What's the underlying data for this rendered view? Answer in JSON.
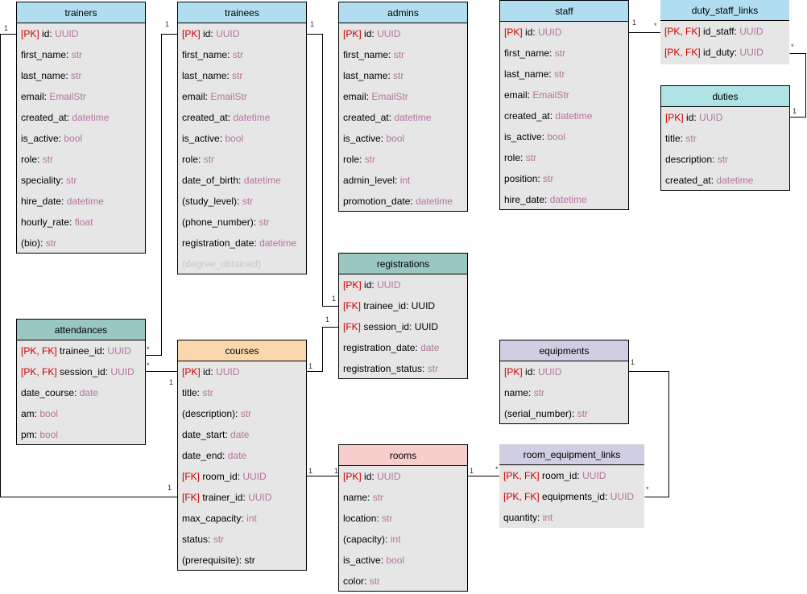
{
  "colors": {
    "header_blue": "#b1ddf0",
    "header_teal": "#9ac7bf",
    "header_orange": "#fad7ac",
    "header_pink": "#f8cecc",
    "header_lavender": "#d0cee2",
    "header_cyan": "#b0e3e6",
    "body": "#e6e6e6",
    "pk_fk": "#cc0000",
    "type": "#b5739d"
  },
  "tables": [
    {
      "id": "trainers",
      "title": "trainers",
      "header_color": "#b1ddf0",
      "fields": [
        {
          "tag": "[PK]",
          "name": "id:",
          "type": "UUID"
        },
        {
          "tag": "",
          "name": "first_name:",
          "type": "str"
        },
        {
          "tag": "",
          "name": "last_name:",
          "type": "str"
        },
        {
          "tag": "",
          "name": "email:",
          "type": "EmailStr"
        },
        {
          "tag": "",
          "name": "created_at:",
          "type": "datetime"
        },
        {
          "tag": "",
          "name": "is_active:",
          "type": "bool"
        },
        {
          "tag": "",
          "name": "role:",
          "type": "str"
        },
        {
          "tag": "",
          "name": "speciality:",
          "type": "str"
        },
        {
          "tag": "",
          "name": "hire_date:",
          "type": "datetime"
        },
        {
          "tag": "",
          "name": "hourly_rate:",
          "type": "float"
        },
        {
          "tag": "",
          "name": "(bio):",
          "type": "str"
        }
      ]
    },
    {
      "id": "trainees",
      "title": "trainees",
      "header_color": "#b1ddf0",
      "fields": [
        {
          "tag": "[PK]",
          "name": "id:",
          "type": "UUID"
        },
        {
          "tag": "",
          "name": "first_name:",
          "type": "str"
        },
        {
          "tag": "",
          "name": "last_name:",
          "type": "str"
        },
        {
          "tag": "",
          "name": "email:",
          "type": "EmailStr"
        },
        {
          "tag": "",
          "name": "created_at:",
          "type": "datetime"
        },
        {
          "tag": "",
          "name": "is_active:",
          "type": "bool"
        },
        {
          "tag": "",
          "name": "role:",
          "type": "str"
        },
        {
          "tag": "",
          "name": "date_of_birth:",
          "type": "datetime"
        },
        {
          "tag": "",
          "name": "(study_level):",
          "type": "str"
        },
        {
          "tag": "",
          "name": "(phone_number):",
          "type": "str"
        },
        {
          "tag": "",
          "name": "registration_date:",
          "type": "datetime"
        },
        {
          "tag": "",
          "name": "(degree_obtained)",
          "type": "",
          "faded": true
        }
      ]
    },
    {
      "id": "admins",
      "title": "admins",
      "header_color": "#b1ddf0",
      "fields": [
        {
          "tag": "[PK]",
          "name": "id:",
          "type": "UUID"
        },
        {
          "tag": "",
          "name": "first_name:",
          "type": "str"
        },
        {
          "tag": "",
          "name": "last_name:",
          "type": "str"
        },
        {
          "tag": "",
          "name": "email:",
          "type": "EmailStr"
        },
        {
          "tag": "",
          "name": "created_at:",
          "type": "datetime"
        },
        {
          "tag": "",
          "name": "is_active:",
          "type": "bool"
        },
        {
          "tag": "",
          "name": "role:",
          "type": "str"
        },
        {
          "tag": "",
          "name": "admin_level:",
          "type": "int"
        },
        {
          "tag": "",
          "name": "promotion_date:",
          "type": "datetime"
        }
      ]
    },
    {
      "id": "staff",
      "title": "staff",
      "header_color": "#b1ddf0",
      "fields": [
        {
          "tag": "[PK]",
          "name": "id:",
          "type": "UUID"
        },
        {
          "tag": "",
          "name": "first_name:",
          "type": "str"
        },
        {
          "tag": "",
          "name": "last_name:",
          "type": "str"
        },
        {
          "tag": "",
          "name": "email:",
          "type": "EmailStr"
        },
        {
          "tag": "",
          "name": "created_at:",
          "type": "datetime"
        },
        {
          "tag": "",
          "name": "is_active:",
          "type": "bool"
        },
        {
          "tag": "",
          "name": "role:",
          "type": "str"
        },
        {
          "tag": "",
          "name": "position:",
          "type": "str"
        },
        {
          "tag": "",
          "name": "hire_date:",
          "type": "datetime"
        }
      ]
    },
    {
      "id": "duty_staff_links",
      "title": "duty_staff_links",
      "header_color": "#b1ddf0",
      "fields": [
        {
          "tag": "[PK, FK]",
          "name": "id_staff:",
          "type": "UUID"
        },
        {
          "tag": "[PK, FK]",
          "name": "id_duty:",
          "type": "UUID"
        }
      ]
    },
    {
      "id": "duties",
      "title": "duties",
      "header_color": "#b0e3e6",
      "fields": [
        {
          "tag": "[PK]",
          "name": "id:",
          "type": "UUID"
        },
        {
          "tag": "",
          "name": "title:",
          "type": "str"
        },
        {
          "tag": "",
          "name": "description:",
          "type": "str"
        },
        {
          "tag": "",
          "name": "created_at:",
          "type": "datetime"
        }
      ]
    },
    {
      "id": "registrations",
      "title": "registrations",
      "header_color": "#9ac7bf",
      "fields": [
        {
          "tag": "[PK]",
          "name": "id:",
          "type": "UUID"
        },
        {
          "tag": "[FK]",
          "name": "trainee_id:",
          "type": "UUID",
          "plain_type": true
        },
        {
          "tag": "[FK]",
          "name": "session_id:",
          "type": "UUID",
          "plain_type": true
        },
        {
          "tag": "",
          "name": "registration_date:",
          "type": "date"
        },
        {
          "tag": "",
          "name": "registration_status:",
          "type": "str"
        }
      ]
    },
    {
      "id": "attendances",
      "title": "attendances",
      "header_color": "#9ac7bf",
      "fields": [
        {
          "tag": "[PK, FK]",
          "name": "trainee_id:",
          "type": "UUID"
        },
        {
          "tag": "[PK, FK]",
          "name": "session_id:",
          "type": "UUID"
        },
        {
          "tag": "",
          "name": "date_course:",
          "type": "date"
        },
        {
          "tag": "",
          "name": "am:",
          "type": "bool"
        },
        {
          "tag": "",
          "name": "pm:",
          "type": "bool"
        }
      ]
    },
    {
      "id": "courses",
      "title": "courses",
      "header_color": "#fad7ac",
      "fields": [
        {
          "tag": "[PK]",
          "name": "id:",
          "type": "UUID"
        },
        {
          "tag": "",
          "name": "title:",
          "type": "str"
        },
        {
          "tag": "",
          "name": "(description):",
          "type": "str"
        },
        {
          "tag": "",
          "name": "date_start:",
          "type": "date"
        },
        {
          "tag": "",
          "name": "date_end:",
          "type": "date"
        },
        {
          "tag": "[FK]",
          "name": "room_id:",
          "type": "UUID"
        },
        {
          "tag": "[FK]",
          "name": "trainer_id:",
          "type": "UUID"
        },
        {
          "tag": "",
          "name": "max_capacity:",
          "type": "int"
        },
        {
          "tag": "",
          "name": "status:",
          "type": "str"
        },
        {
          "tag": "",
          "name": "(prerequisite):",
          "type": "str",
          "plain_type": true
        }
      ]
    },
    {
      "id": "equipments",
      "title": "equipments",
      "header_color": "#d0cee2",
      "fields": [
        {
          "tag": "[PK]",
          "name": "id:",
          "type": "UUID"
        },
        {
          "tag": "",
          "name": "name:",
          "type": "str"
        },
        {
          "tag": "",
          "name": "(serial_number):",
          "type": "str"
        }
      ]
    },
    {
      "id": "rooms",
      "title": "rooms",
      "header_color": "#f8cecc",
      "fields": [
        {
          "tag": "[PK]",
          "name": "id:",
          "type": "UUID"
        },
        {
          "tag": "",
          "name": "name:",
          "type": "str"
        },
        {
          "tag": "",
          "name": "location:",
          "type": "str"
        },
        {
          "tag": "",
          "name": "(capacity):",
          "type": "int"
        },
        {
          "tag": "",
          "name": "is_active:",
          "type": "bool"
        },
        {
          "tag": "",
          "name": "color:",
          "type": "str"
        }
      ]
    },
    {
      "id": "room_equipment_links",
      "title": "room_equipment_links",
      "header_color": "#d0cee2",
      "fields": [
        {
          "tag": "[PK, FK]",
          "name": "room_id:",
          "type": "UUID"
        },
        {
          "tag": "[PK, FK]",
          "name": "equipments_id:",
          "type": "UUID"
        },
        {
          "tag": "",
          "name": "quantity:",
          "type": "int"
        }
      ]
    }
  ],
  "relationships": [
    {
      "from": "trainers",
      "to": "courses",
      "from_mult": "1",
      "to_mult": "1"
    },
    {
      "from": "trainees",
      "to": "attendances",
      "from_mult": "1",
      "to_mult": "*"
    },
    {
      "from": "trainees",
      "to": "registrations",
      "from_mult": "1",
      "to_mult": "1"
    },
    {
      "from": "courses",
      "to": "registrations",
      "from_mult": "1",
      "to_mult": "1"
    },
    {
      "from": "courses",
      "to": "attendances",
      "from_mult": "1",
      "to_mult": "*"
    },
    {
      "from": "courses",
      "to": "rooms",
      "from_mult": "1",
      "to_mult": "1"
    },
    {
      "from": "rooms",
      "to": "room_equipment_links",
      "from_mult": "1",
      "to_mult": "*"
    },
    {
      "from": "equipments",
      "to": "room_equipment_links",
      "from_mult": "1",
      "to_mult": "*"
    },
    {
      "from": "staff",
      "to": "duty_staff_links",
      "from_mult": "1",
      "to_mult": "*"
    },
    {
      "from": "duties",
      "to": "duty_staff_links",
      "from_mult": "1",
      "to_mult": "*"
    }
  ]
}
